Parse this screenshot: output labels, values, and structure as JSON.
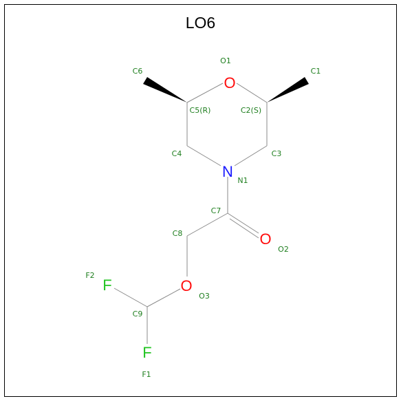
{
  "title": "LO6",
  "colors": {
    "bond": "#8a8a8a",
    "oxygen": "#ff0d0d",
    "nitrogen": "#1a1aff",
    "fluorine": "#22c422",
    "label": "#1f7f1f"
  },
  "atoms": {
    "O1": "O",
    "N1": "N",
    "O2": "O",
    "O3": "O",
    "F1": "F",
    "F2": "F"
  },
  "labels": {
    "O1": "O1",
    "C1": "C1",
    "C6": "C6",
    "C5": "C5(R)",
    "C2": "C2(S)",
    "C4": "C4",
    "C3": "C3",
    "N1": "N1",
    "C7": "C7",
    "C8": "C8",
    "O2": "O2",
    "F2": "F2",
    "O3": "O3",
    "C9": "C9",
    "F1": "F1"
  }
}
